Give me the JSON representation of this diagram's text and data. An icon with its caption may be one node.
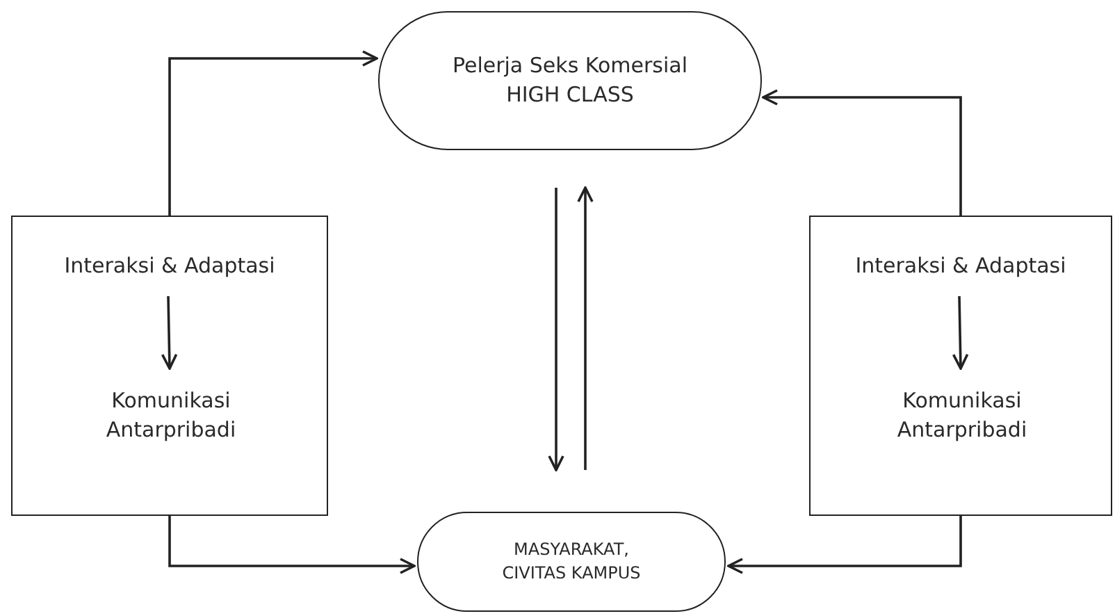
{
  "diagram": {
    "nodes": [
      {
        "text": [
          "Pelerja Seks Komersial",
          "HIGH CLASS"
        ]
      },
      {
        "text": [],
        "shape": "box"
      },
      {
        "text": [
          "Interaksi & Adaptasi"
        ],
        "in": 1
      },
      {
        "text": [
          "Komunikasi Antarpribadi"
        ],
        "in": 1
      },
      {
        "text": [],
        "shape": "box"
      },
      {
        "text": [
          "Interaksi & Adaptasi"
        ],
        "in": 4
      },
      {
        "text": [
          "Komunikasi Antarpribadi"
        ],
        "in": 4
      },
      {
        "text": [
          "MASYARAKAT, CIVITAS KAMPUS"
        ]
      }
    ],
    "edges": [
      {
        "from": 1,
        "to": 0,
        "arrow": "to"
      },
      {
        "from": 4,
        "to": 0,
        "arrow": "to"
      },
      {
        "from": 0,
        "to": 7,
        "arrow": "to"
      },
      {
        "from": 7,
        "to": 0,
        "arrow": "to"
      },
      {
        "from": 2,
        "to": 3,
        "arrow": "to"
      },
      {
        "from": 5,
        "to": 6,
        "arrow": "to"
      },
      {
        "from": 1,
        "to": 7,
        "arrow": "to"
      },
      {
        "from": 4,
        "to": 7,
        "arrow": "to"
      }
    ]
  }
}
